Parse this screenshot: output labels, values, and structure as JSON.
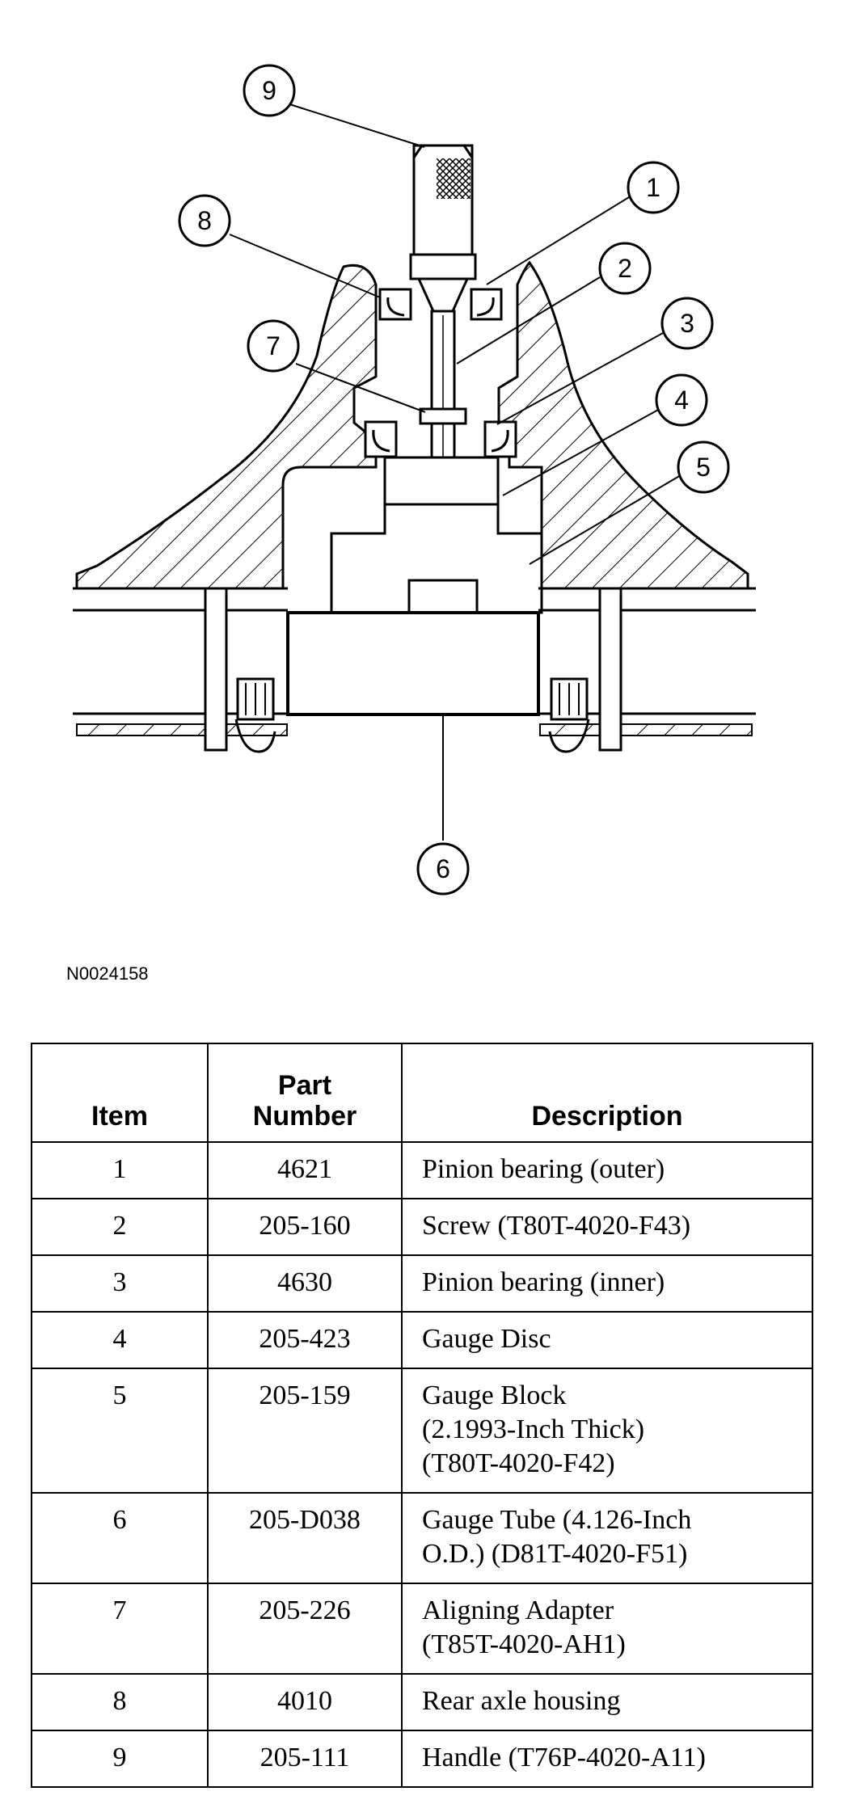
{
  "diagram": {
    "callouts": [
      "1",
      "2",
      "3",
      "4",
      "5",
      "6",
      "7",
      "8",
      "9"
    ]
  },
  "figure_id": "N0024158",
  "table": {
    "headers": {
      "item": "Item",
      "part_number": "Part\nNumber",
      "description": "Description"
    },
    "rows": [
      {
        "item": "1",
        "part_number": "4621",
        "description": "Pinion bearing (outer)"
      },
      {
        "item": "2",
        "part_number": "205-160",
        "description": "Screw (T80T-4020-F43)"
      },
      {
        "item": "3",
        "part_number": "4630",
        "description": "Pinion bearing (inner)"
      },
      {
        "item": "4",
        "part_number": "205-423",
        "description": "Gauge Disc"
      },
      {
        "item": "5",
        "part_number": "205-159",
        "description": "Gauge Block\n (2.1993-Inch Thick)\n(T80T-4020-F42)"
      },
      {
        "item": "6",
        "part_number": "205-D038",
        "description": "Gauge Tube (4.126-Inch\nO.D.) (D81T-4020-F51)"
      },
      {
        "item": "7",
        "part_number": "205-226",
        "description": "Aligning Adapter\n(T85T-4020-AH1)"
      },
      {
        "item": "8",
        "part_number": "4010",
        "description": "Rear axle housing"
      },
      {
        "item": "9",
        "part_number": "205-111",
        "description": "Handle (T76P-4020-A11)"
      }
    ]
  }
}
